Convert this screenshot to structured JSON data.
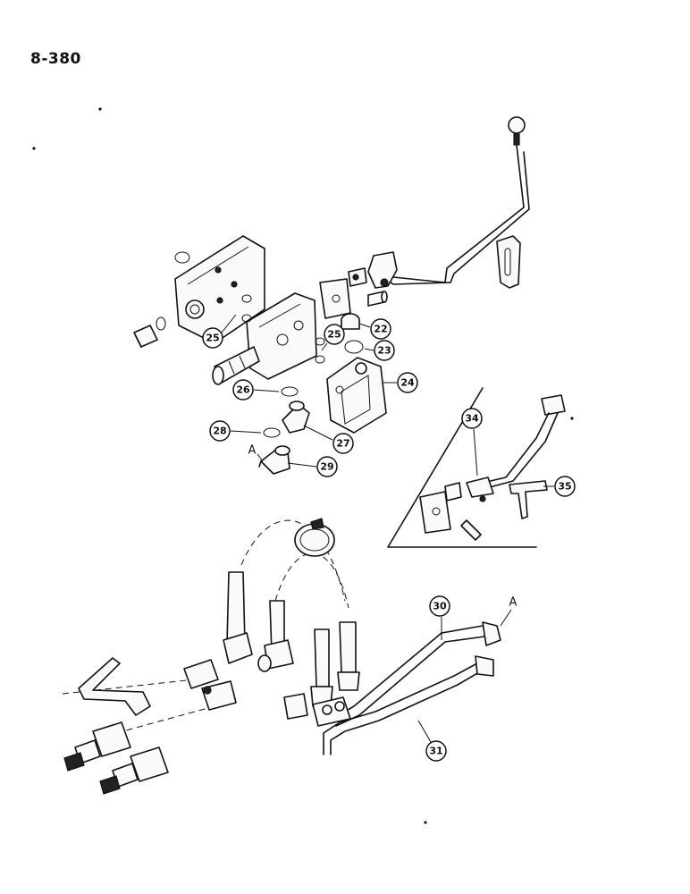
{
  "page": {
    "number": "8-380",
    "ink_color": "#111111",
    "background_color": "#ffffff"
  },
  "callouts": [
    "22",
    "23",
    "24",
    "25",
    "25",
    "26",
    "27",
    "28",
    "29",
    "30",
    "31",
    "34",
    "35"
  ],
  "reference_letters": [
    "A",
    "A"
  ]
}
